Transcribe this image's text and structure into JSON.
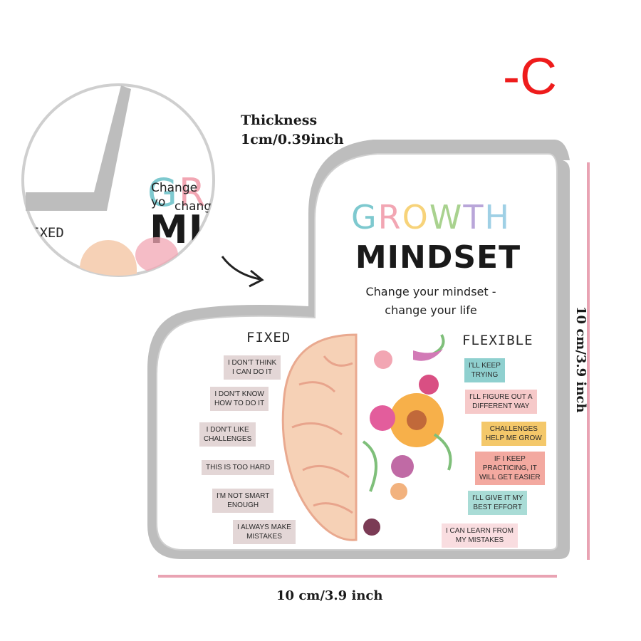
{
  "variant_label": "-C",
  "thickness": {
    "line1": "Thickness",
    "line2": "1cm/0.39inch"
  },
  "product": {
    "title_word1_letters": [
      "G",
      "R",
      "O",
      "W",
      "T",
      "H"
    ],
    "title_word1_colors": [
      "#7ec9cf",
      "#f2a6b3",
      "#f7d37a",
      "#a9d28f",
      "#b9a6d9",
      "#9fd0e5"
    ],
    "title_word2": "MINDSET",
    "subtitle_line1": "Change your mindset -",
    "subtitle_line2": "change your life",
    "fixed_heading": "FIXED",
    "flexible_heading": "FLEXIBLE",
    "fixed_tags": [
      "I DON'T THINK\nI CAN DO IT",
      "I DON'T KNOW\nHOW TO DO IT",
      "I DON'T LIKE\nCHALLENGES",
      "THIS IS TOO HARD",
      "I'M NOT SMART\nENOUGH",
      "I ALWAYS MAKE\nMISTAKES"
    ],
    "flexible_tags": [
      {
        "text": "I'LL KEEP\nTRYING",
        "color": "#8fd0cf"
      },
      {
        "text": "I'LL FIGURE OUT A\nDIFFERENT WAY",
        "color": "#f6c9c9"
      },
      {
        "text": "CHALLENGES\nHELP ME GROW",
        "color": "#f4c86a"
      },
      {
        "text": "IF I KEEP\nPRACTICING, IT\nWILL GET EASIER",
        "color": "#f3a9a0"
      },
      {
        "text": "I'LL GIVE IT MY\nBEST EFFORT",
        "color": "#a9dcd6"
      },
      {
        "text": "I CAN LEARN FROM\nMY MISTAKES",
        "color": "#f9dde0"
      }
    ]
  },
  "zoom": {
    "growth_letters": [
      "G",
      "R"
    ],
    "mindset": "MIN",
    "sub1": "Change yo",
    "sub2": "chang",
    "fixed": "IXED"
  },
  "dimensions": {
    "width_label": "10 cm/3.9 inch",
    "height_label": "10 cm/3.9 inch"
  }
}
